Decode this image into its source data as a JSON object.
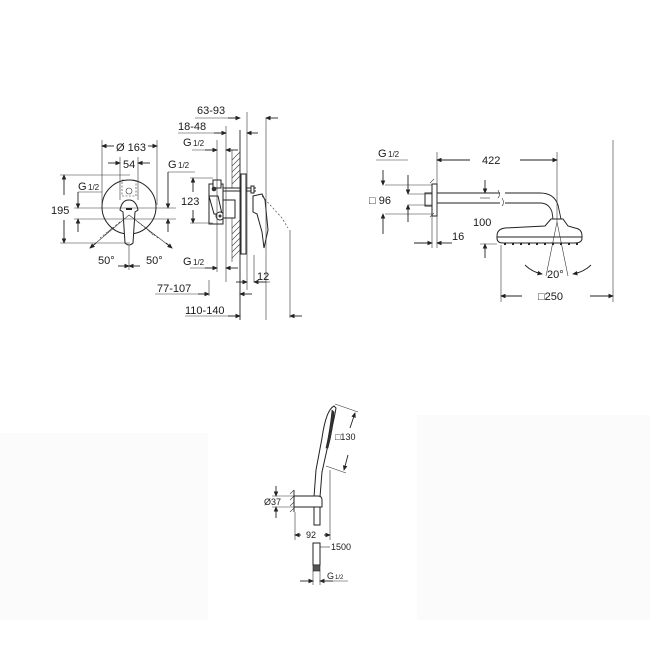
{
  "mixer": {
    "front": {
      "dia_outer": "Ø 163",
      "width_54": "54",
      "height_195": "195",
      "thread_left": "G",
      "thread_left_frac": "1/2",
      "thread_right": "G",
      "thread_right_frac": "1/2",
      "angle_left": "50°",
      "angle_right": "50°"
    },
    "side": {
      "dim_63_93": "63-93",
      "dim_18_48": "18-48",
      "thread_top": "G",
      "thread_top_frac": "1/2",
      "dim_123": "123",
      "thread_bottom": "G",
      "thread_bottom_frac": "1/2",
      "dim_12": "12",
      "dim_77_107": "77-107",
      "dim_110_140": "110-140"
    }
  },
  "head_shower": {
    "thread": "G",
    "thread_frac": "1/2",
    "flange": "□ 96",
    "arm_length": "422",
    "drop": "100",
    "wall_gap": "16",
    "spray_angle": "20°",
    "head_size": "□250"
  },
  "hand_shower": {
    "head_size": "□130",
    "holder_dia": "Ø37",
    "projection": "92",
    "hose_length": "1500",
    "thread": "G",
    "thread_frac": "1/2"
  }
}
